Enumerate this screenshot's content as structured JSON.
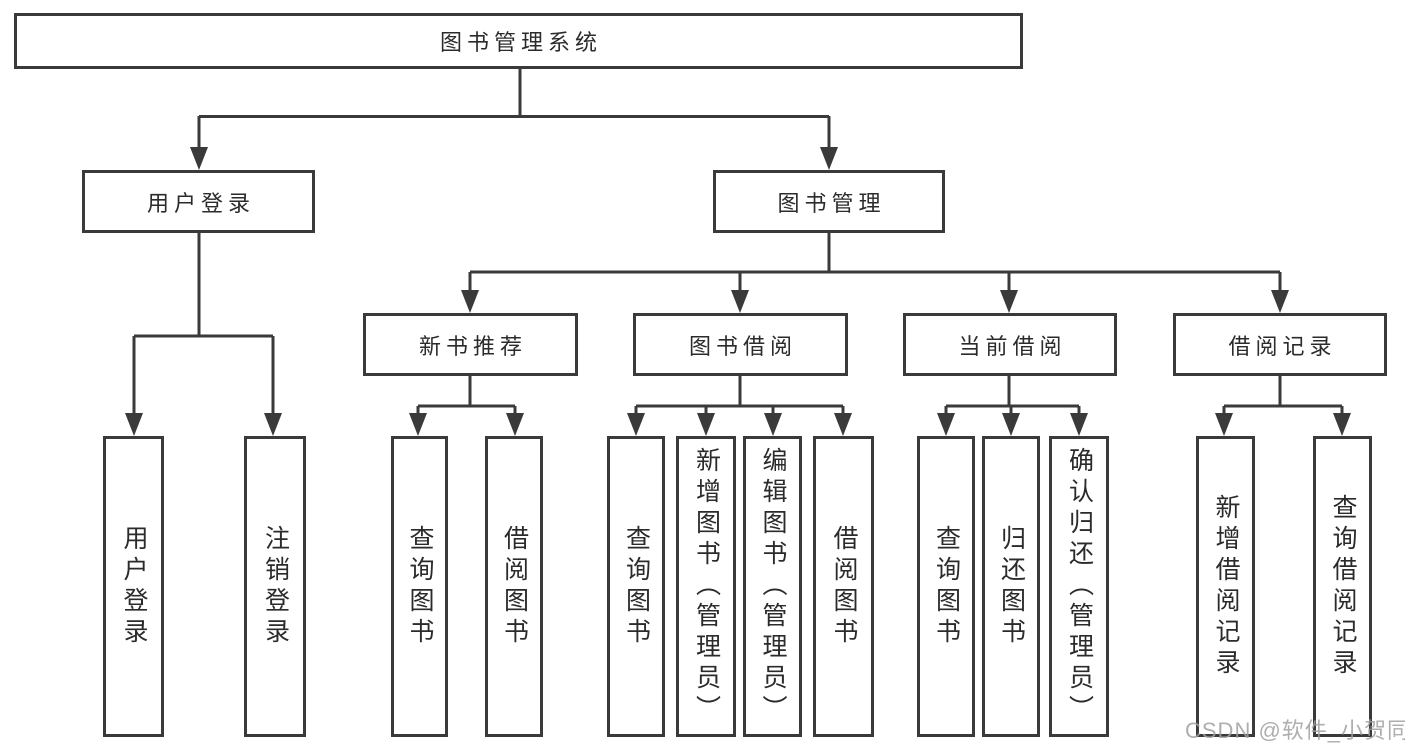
{
  "diagram": {
    "title": "图书管理系统",
    "watermark": "CSDN @软件_小贺同学",
    "colors": {
      "background": "#ffffff",
      "border": "#3a3a3a",
      "line": "#3a3a3a",
      "text": "#2b2b2b",
      "watermark": "#a0a0a0"
    },
    "tree": {
      "root": {
        "label": "图书管理系统",
        "children": [
          {
            "label": "用户登录",
            "children": [
              {
                "label": "用户登录"
              },
              {
                "label": "注销登录"
              }
            ]
          },
          {
            "label": "图书管理",
            "children": [
              {
                "label": "新书推荐",
                "children": [
                  {
                    "label": "查询图书"
                  },
                  {
                    "label": "借阅图书"
                  }
                ]
              },
              {
                "label": "图书借阅",
                "children": [
                  {
                    "label": "查询图书"
                  },
                  {
                    "label": "新增图书（管理员）"
                  },
                  {
                    "label": "编辑图书（管理员）"
                  },
                  {
                    "label": "借阅图书"
                  }
                ]
              },
              {
                "label": "当前借阅",
                "children": [
                  {
                    "label": "查询图书"
                  },
                  {
                    "label": "归还图书"
                  },
                  {
                    "label": "确认归还（管理员）"
                  }
                ]
              },
              {
                "label": "借阅记录",
                "children": [
                  {
                    "label": "新增借阅记录"
                  },
                  {
                    "label": "查询借阅记录"
                  }
                ]
              }
            ]
          }
        ]
      }
    }
  }
}
